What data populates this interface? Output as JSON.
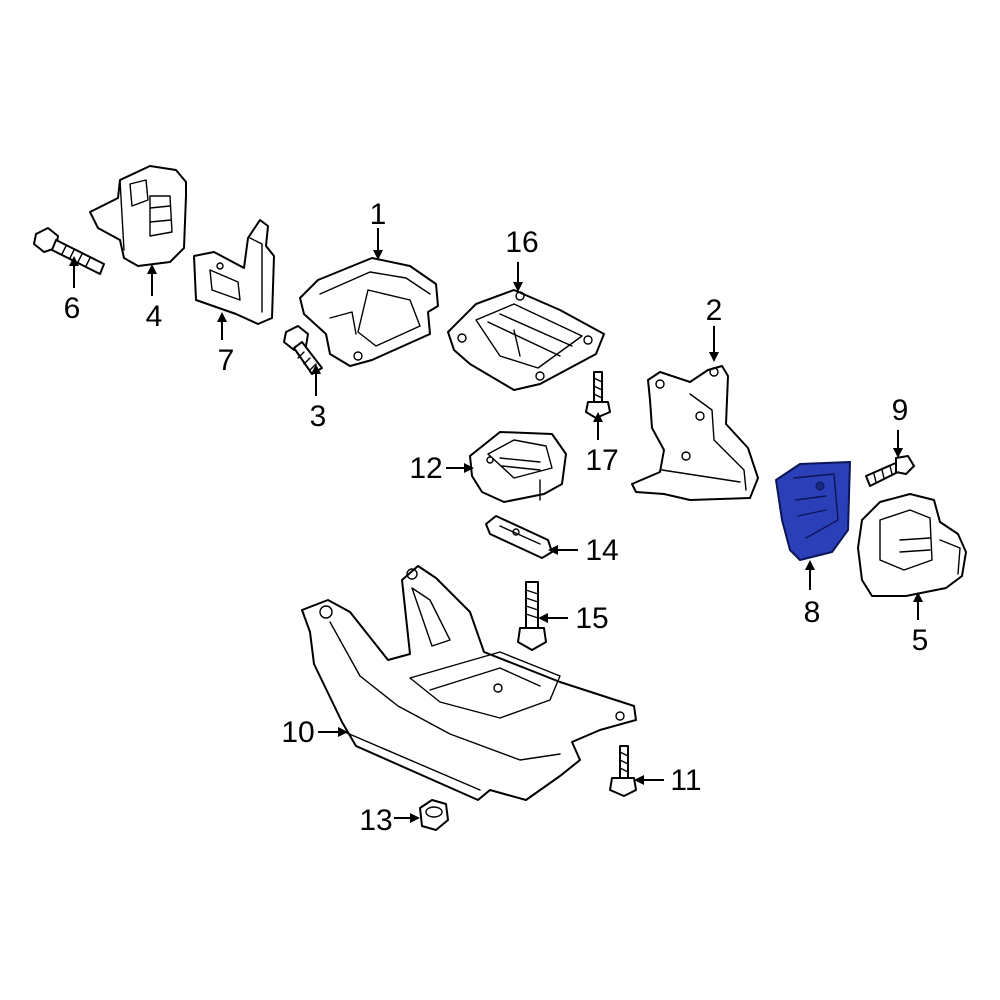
{
  "diagram": {
    "highlight_color": "#2a3fb8",
    "highlight_stroke": "#0c1656",
    "callouts": {
      "c1": "1",
      "c2": "2",
      "c3": "3",
      "c4": "4",
      "c5": "5",
      "c6": "6",
      "c7": "7",
      "c8": "8",
      "c9": "9",
      "c10": "10",
      "c11": "11",
      "c12": "12",
      "c13": "13",
      "c14": "14",
      "c15": "15",
      "c16": "16",
      "c17": "17"
    }
  }
}
